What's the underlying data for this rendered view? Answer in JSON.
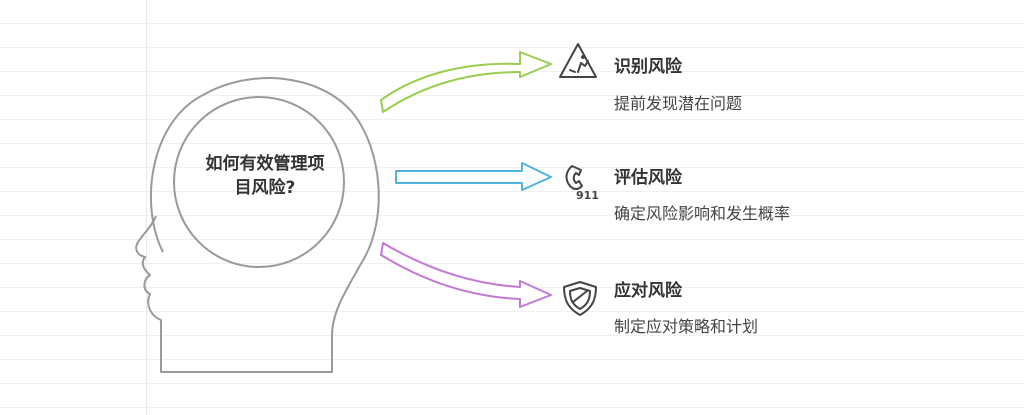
{
  "center": {
    "question_line1": "如何有效管理项",
    "question_line2": "目风险?"
  },
  "branches": [
    {
      "title": "识别风险",
      "description": "提前发现潜在问题",
      "icon": "warning-fall-icon",
      "arrow_color": "#9acd4f"
    },
    {
      "title": "评估风险",
      "description": "确定风险影响和发生概率",
      "icon": "emergency-phone-icon",
      "icon_text": "911",
      "arrow_color": "#4fb3de"
    },
    {
      "title": "应对风险",
      "description": "制定应对策略和计划",
      "icon": "shield-icon",
      "arrow_color": "#c377d6"
    }
  ],
  "colors": {
    "outline": "#9a9a9a",
    "icon": "#444444"
  }
}
